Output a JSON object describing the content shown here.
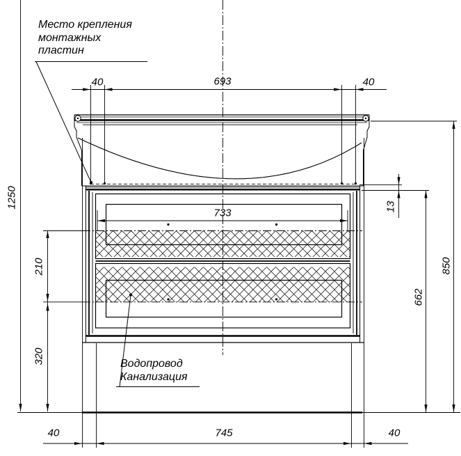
{
  "page": {
    "background": "#ffffff",
    "line_color": "#000000"
  },
  "notes": {
    "mounting": {
      "line1": "Место крепления",
      "line2": "монтажных",
      "line3": "пластин"
    },
    "plumbing": {
      "line1": "Водопровод",
      "line2": "Канализация"
    }
  },
  "dimensions": {
    "top_left": "40",
    "top_center": "693",
    "top_right": "40",
    "drawer_front_width": "733",
    "overall_height": "1250",
    "plumbing_zone_height": "210",
    "plumbing_zone_floor_offset": "320",
    "top_gap": "13",
    "cabinet_top_height": "662",
    "basin_rim_height": "850",
    "bottom_left": "40",
    "bottom_center": "745",
    "bottom_right": "40"
  }
}
